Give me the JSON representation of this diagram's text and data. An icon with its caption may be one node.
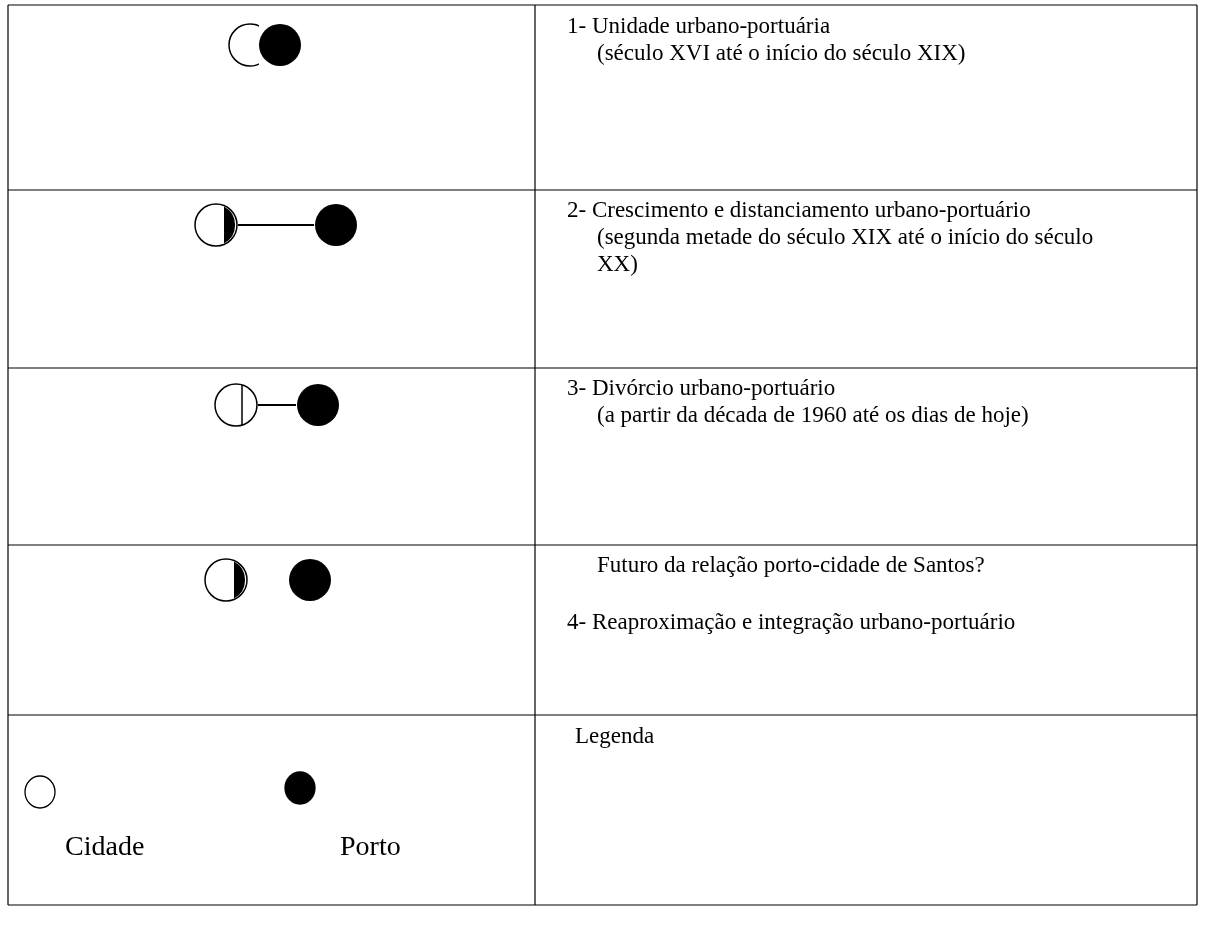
{
  "diagram": {
    "nodes": [
      {
        "text": [],
        "shape": "circle"
      },
      {
        "text": [],
        "shape": "circle"
      },
      {
        "text": [],
        "shape": "circle"
      },
      {
        "text": [],
        "shape": "circle"
      },
      {
        "text": [],
        "shape": "circle"
      },
      {
        "text": [],
        "shape": "circle"
      },
      {
        "text": [],
        "shape": "circle"
      },
      {
        "text": [],
        "shape": "circle"
      }
    ],
    "edges": [
      {
        "from": 2,
        "to": 3,
        "arrow": "none"
      },
      {
        "from": 4,
        "to": 5,
        "arrow": "none"
      }
    ],
    "labels": [
      "1- Unidade urbano-portuária",
      "(século XVI até o início do século XIX)",
      "2- Crescimento e distanciamento urbano-portuário",
      "(segunda metade do século XIX até o início do século XX)",
      "3- Divórcio urbano-portuário",
      "(a partir da década de 1960 até os dias de hoje)",
      "Futuro da relação porto-cidade de Santos?",
      "4- Reaproximação e integração urbano-portuário",
      "Legenda"
    ],
    "legend": [
      {
        "text": "Cidade"
      },
      {
        "text": "Porto"
      }
    ]
  }
}
